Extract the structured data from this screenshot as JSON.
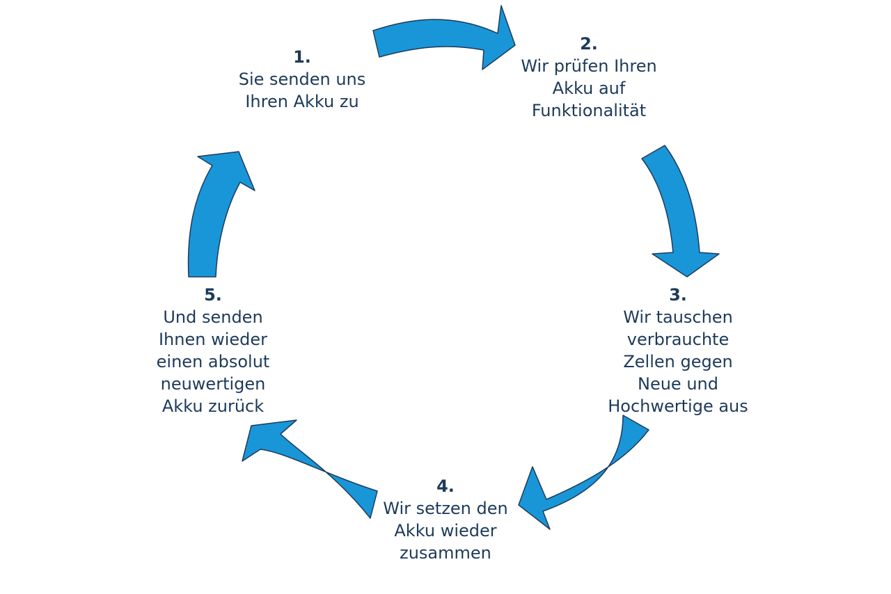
{
  "colors": {
    "arrow_fill": "#1996d8",
    "arrow_stroke": "#1d3a5a",
    "text": "#1d3a5a"
  },
  "steps": [
    {
      "number": "1.",
      "lines": [
        "Sie senden uns",
        "Ihren Akku zu"
      ]
    },
    {
      "number": "2.",
      "lines": [
        "Wir prüfen Ihren",
        "Akku auf",
        "Funktionalität"
      ]
    },
    {
      "number": "3.",
      "lines": [
        "Wir tauschen",
        "verbrauchte",
        "Zellen gegen",
        "Neue und",
        "Hochwertige aus"
      ]
    },
    {
      "number": "4.",
      "lines": [
        "Wir setzen den",
        "Akku wieder",
        "zusammen"
      ]
    },
    {
      "number": "5.",
      "lines": [
        "Und senden",
        "Ihnen wieder",
        "einen absolut",
        "neuwertigen",
        "Akku zurück"
      ]
    }
  ]
}
